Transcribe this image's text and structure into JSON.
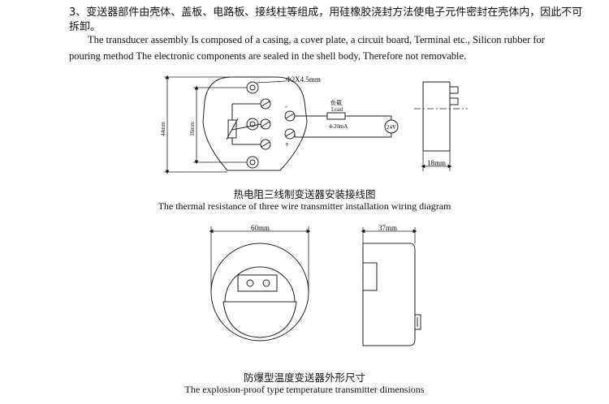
{
  "intro": {
    "cn_line1": "3、变送器部件由壳体、盖板、电路板、接线柱等组成，用硅橡胶浇封方法使电子元件密封在壳体内，因此不可",
    "cn_line2": "拆卸。",
    "en_line1": "The transducer assembly Is composed of a casing, a cover plate, a circuit board, Terminal etc., Silicon rubber for",
    "en_line2": "pouring method The electronic components are sealed in the shell body, Therefore not removable."
  },
  "wiring_diagram": {
    "hole_label": "Φ2X4.5mm",
    "dim_height_outer": "44mm",
    "dim_height_inner": "36mm",
    "load_cn": "负载",
    "load_en": "Load",
    "current_range": "4-20mA",
    "supply": "24V",
    "terminal_minus": "-",
    "terminal_plus": "+",
    "side_width": "18mm",
    "caption_cn": "热电阻三线制变送器安装接线图",
    "caption_en": "The thermal resistance of three wire transmitter installation wiring diagram"
  },
  "dimension_diagram": {
    "front_width": "60mm",
    "side_width": "37mm",
    "caption_cn": "防爆型温度变送器外形尺寸",
    "caption_en": "The explosion-proof type temperature transmitter dimensions"
  }
}
